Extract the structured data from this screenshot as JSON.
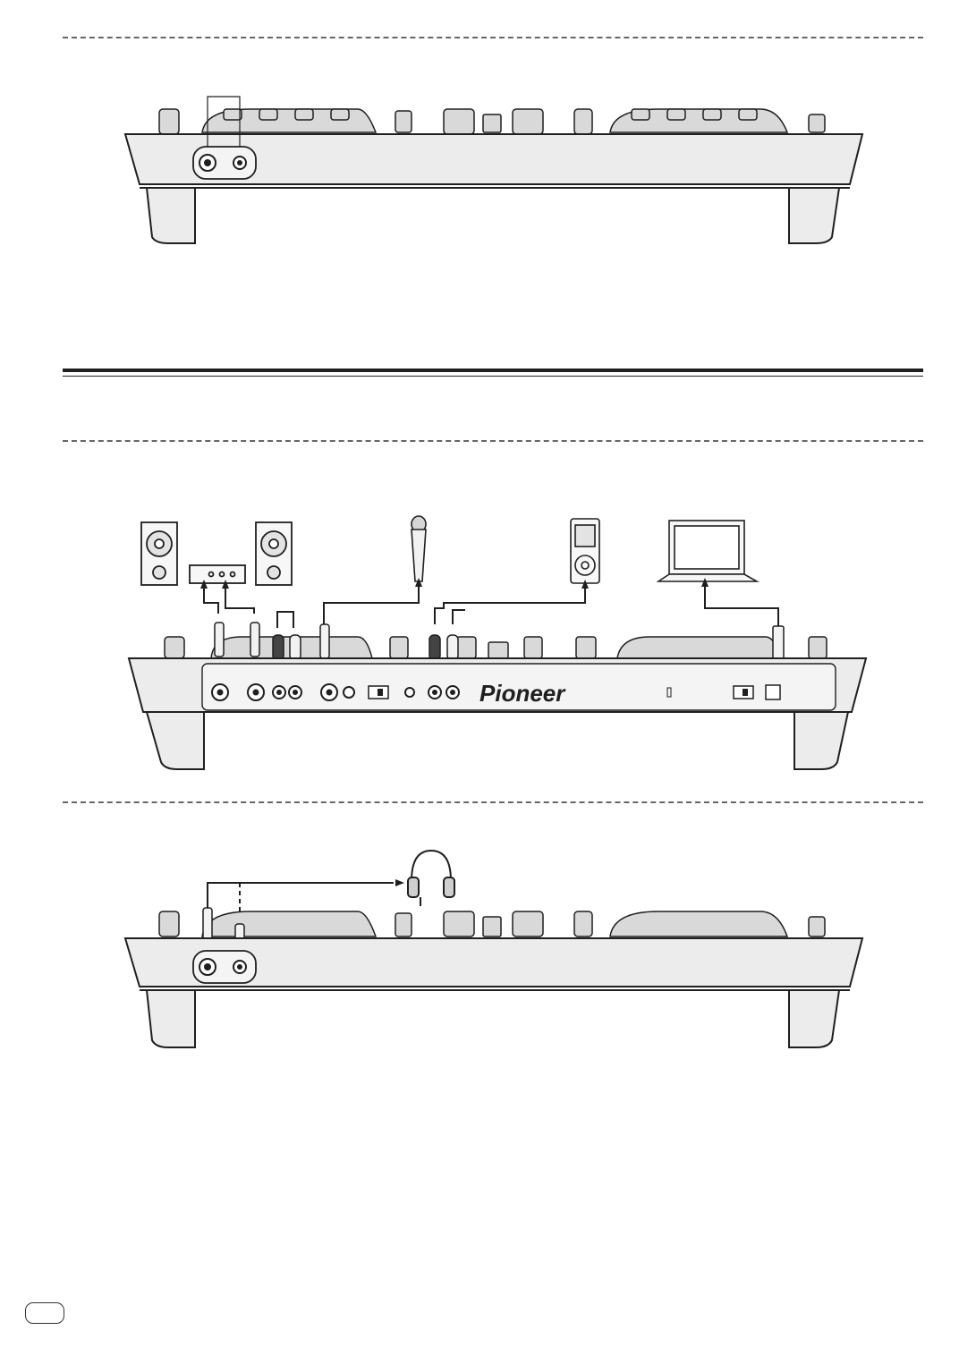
{
  "figures": [
    {
      "id": "front-panel",
      "description_visible": false
    },
    {
      "id": "rear-panel-connections"
    },
    {
      "id": "front-panel-headphones"
    }
  ],
  "brand": {
    "logo_text": "Pioneer"
  },
  "colors": {
    "line": "#1f1f1f",
    "body_fill": "#e9e9e9",
    "dark_knob": "#2a2a2a"
  }
}
